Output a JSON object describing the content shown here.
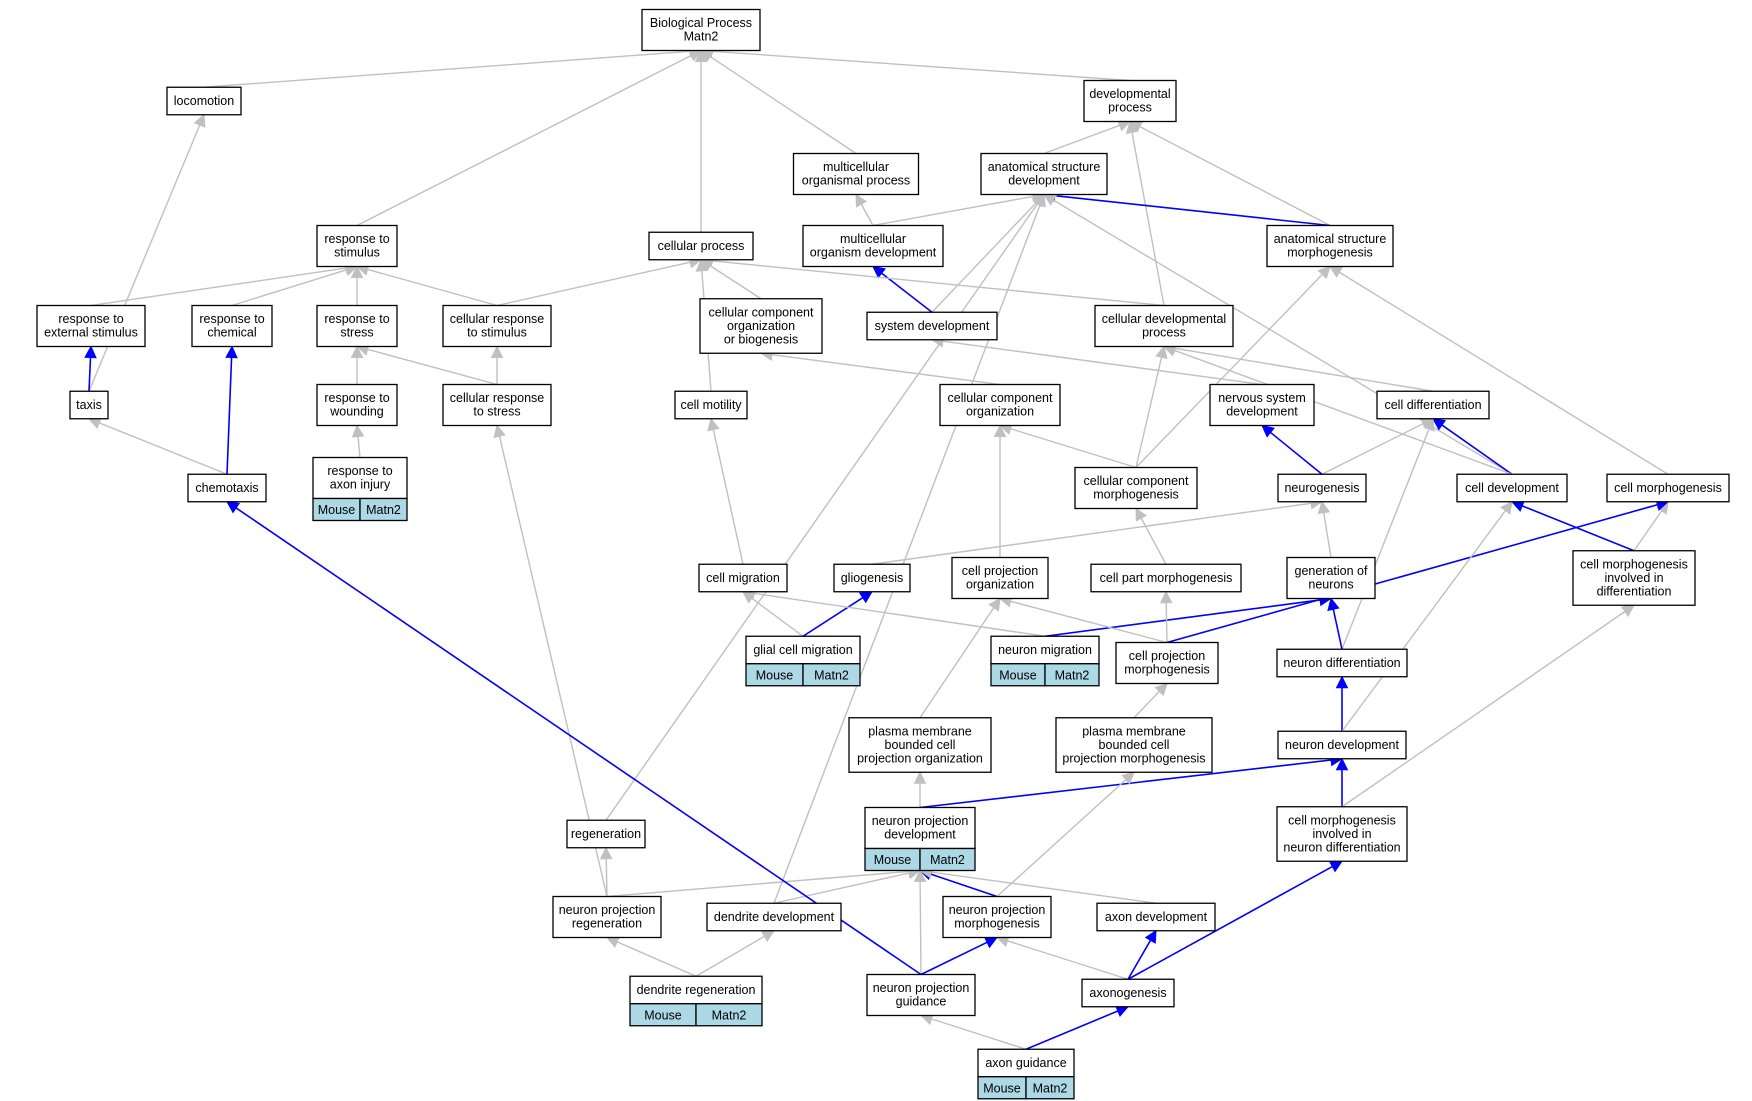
{
  "graph": {
    "colors": {
      "background": "#ffffff",
      "node_border": "#000000",
      "annotation_fill": "#add8e6",
      "edge_default": "#c0c0c0",
      "edge_highlight": "#0000ff"
    },
    "nodes": [
      {
        "id": "bp",
        "lines": [
          "Biological Process",
          "Matn2"
        ]
      },
      {
        "id": "loco",
        "lines": [
          "locomotion"
        ]
      },
      {
        "id": "dev",
        "lines": [
          "developmental",
          "process"
        ]
      },
      {
        "id": "mop",
        "lines": [
          "multicellular",
          "organismal process"
        ]
      },
      {
        "id": "asd",
        "lines": [
          "anatomical structure",
          "development"
        ]
      },
      {
        "id": "rts",
        "lines": [
          "response to",
          "stimulus"
        ]
      },
      {
        "id": "cp",
        "lines": [
          "cellular process"
        ]
      },
      {
        "id": "mod",
        "lines": [
          "multicellular",
          "organism development"
        ]
      },
      {
        "id": "asm",
        "lines": [
          "anatomical structure",
          "morphogenesis"
        ]
      },
      {
        "id": "res",
        "lines": [
          "response to",
          "external stimulus"
        ]
      },
      {
        "id": "rch",
        "lines": [
          "response to",
          "chemical"
        ]
      },
      {
        "id": "rstr",
        "lines": [
          "response to",
          "stress"
        ]
      },
      {
        "id": "crs",
        "lines": [
          "cellular response",
          "to stimulus"
        ]
      },
      {
        "id": "ccob",
        "lines": [
          "cellular component",
          "organization",
          "or biogenesis"
        ]
      },
      {
        "id": "sysd",
        "lines": [
          "system development"
        ]
      },
      {
        "id": "cdp",
        "lines": [
          "cellular developmental",
          "process"
        ]
      },
      {
        "id": "taxis",
        "lines": [
          "taxis"
        ]
      },
      {
        "id": "rw",
        "lines": [
          "response to",
          "wounding"
        ]
      },
      {
        "id": "crstr",
        "lines": [
          "cellular response",
          "to stress"
        ]
      },
      {
        "id": "cmot",
        "lines": [
          "cell motility"
        ]
      },
      {
        "id": "cco",
        "lines": [
          "cellular component",
          "organization"
        ]
      },
      {
        "id": "nsd",
        "lines": [
          "nervous system",
          "development"
        ]
      },
      {
        "id": "cdiff",
        "lines": [
          "cell differentiation"
        ]
      },
      {
        "id": "chemo",
        "lines": [
          "chemotaxis"
        ]
      },
      {
        "id": "rai",
        "lines": [
          "response to",
          "axon injury"
        ],
        "tags": [
          "Mouse",
          "Matn2"
        ]
      },
      {
        "id": "ccm",
        "lines": [
          "cellular component",
          "morphogenesis"
        ]
      },
      {
        "id": "neurog",
        "lines": [
          "neurogenesis"
        ]
      },
      {
        "id": "cdev",
        "lines": [
          "cell development"
        ]
      },
      {
        "id": "cmorph",
        "lines": [
          "cell morphogenesis"
        ]
      },
      {
        "id": "cmig",
        "lines": [
          "cell migration"
        ]
      },
      {
        "id": "glio",
        "lines": [
          "gliogenesis"
        ]
      },
      {
        "id": "cpo",
        "lines": [
          "cell projection",
          "organization"
        ]
      },
      {
        "id": "cpm",
        "lines": [
          "cell part morphogenesis"
        ]
      },
      {
        "id": "gon",
        "lines": [
          "generation of",
          "neurons"
        ]
      },
      {
        "id": "cmid",
        "lines": [
          "cell morphogenesis",
          "involved in",
          "differentiation"
        ]
      },
      {
        "id": "gcm",
        "lines": [
          "glial cell migration"
        ],
        "tags": [
          "Mouse",
          "Matn2"
        ]
      },
      {
        "id": "nmig",
        "lines": [
          "neuron migration"
        ],
        "tags": [
          "Mouse",
          "Matn2"
        ]
      },
      {
        "id": "cpmorph",
        "lines": [
          "cell projection",
          "morphogenesis"
        ]
      },
      {
        "id": "ndiff",
        "lines": [
          "neuron differentiation"
        ]
      },
      {
        "id": "pmbcpo",
        "lines": [
          "plasma membrane",
          "bounded cell",
          "projection organization"
        ]
      },
      {
        "id": "pmbcpm",
        "lines": [
          "plasma membrane",
          "bounded cell",
          "projection morphogenesis"
        ]
      },
      {
        "id": "ndev",
        "lines": [
          "neuron development"
        ]
      },
      {
        "id": "npd",
        "lines": [
          "neuron projection",
          "development"
        ],
        "tags": [
          "Mouse",
          "Matn2"
        ]
      },
      {
        "id": "cmind",
        "lines": [
          "cell morphogenesis",
          "involved in",
          "neuron differentiation"
        ]
      },
      {
        "id": "regen",
        "lines": [
          "regeneration"
        ]
      },
      {
        "id": "npr",
        "lines": [
          "neuron projection",
          "regeneration"
        ]
      },
      {
        "id": "dd",
        "lines": [
          "dendrite development"
        ]
      },
      {
        "id": "npm",
        "lines": [
          "neuron projection",
          "morphogenesis"
        ]
      },
      {
        "id": "axdev",
        "lines": [
          "axon development"
        ]
      },
      {
        "id": "dr",
        "lines": [
          "dendrite regeneration"
        ],
        "tags": [
          "Mouse",
          "Matn2"
        ]
      },
      {
        "id": "npg",
        "lines": [
          "neuron projection",
          "guidance"
        ]
      },
      {
        "id": "axgen",
        "lines": [
          "axonogenesis"
        ]
      },
      {
        "id": "axg",
        "lines": [
          "axon guidance"
        ],
        "tags": [
          "Mouse",
          "Matn2"
        ]
      }
    ],
    "edges": [
      {
        "from": "loco",
        "to": "bp",
        "color": "gray"
      },
      {
        "from": "dev",
        "to": "bp",
        "color": "gray"
      },
      {
        "from": "mop",
        "to": "bp",
        "color": "gray"
      },
      {
        "from": "rts",
        "to": "bp",
        "color": "gray"
      },
      {
        "from": "cp",
        "to": "bp",
        "color": "gray"
      },
      {
        "from": "asd",
        "to": "dev",
        "color": "gray"
      },
      {
        "from": "asm",
        "to": "dev",
        "color": "gray"
      },
      {
        "from": "cdp",
        "to": "dev",
        "color": "gray"
      },
      {
        "from": "mod",
        "to": "mop",
        "color": "gray"
      },
      {
        "from": "mod",
        "to": "asd",
        "color": "gray"
      },
      {
        "from": "asm",
        "to": "asd",
        "color": "blue"
      },
      {
        "from": "sysd",
        "to": "asd",
        "color": "gray"
      },
      {
        "from": "cdev",
        "to": "asd",
        "color": "gray"
      },
      {
        "from": "regen",
        "to": "asd",
        "color": "gray"
      },
      {
        "from": "dd",
        "to": "asd",
        "color": "gray"
      },
      {
        "from": "sysd",
        "to": "mod",
        "color": "blue"
      },
      {
        "from": "res",
        "to": "rts",
        "color": "gray"
      },
      {
        "from": "rch",
        "to": "rts",
        "color": "gray"
      },
      {
        "from": "rstr",
        "to": "rts",
        "color": "gray"
      },
      {
        "from": "crs",
        "to": "rts",
        "color": "gray"
      },
      {
        "from": "crs",
        "to": "cp",
        "color": "gray"
      },
      {
        "from": "ccob",
        "to": "cp",
        "color": "gray"
      },
      {
        "from": "cmot",
        "to": "cp",
        "color": "gray"
      },
      {
        "from": "cdp",
        "to": "cp",
        "color": "gray"
      },
      {
        "from": "taxis",
        "to": "loco",
        "color": "gray"
      },
      {
        "from": "taxis",
        "to": "res",
        "color": "blue"
      },
      {
        "from": "chemo",
        "to": "taxis",
        "color": "gray"
      },
      {
        "from": "chemo",
        "to": "rch",
        "color": "blue"
      },
      {
        "from": "rw",
        "to": "rstr",
        "color": "gray"
      },
      {
        "from": "rai",
        "to": "rw",
        "color": "gray"
      },
      {
        "from": "crstr",
        "to": "rstr",
        "color": "gray"
      },
      {
        "from": "crstr",
        "to": "crs",
        "color": "gray"
      },
      {
        "from": "npr",
        "to": "crstr",
        "color": "gray"
      },
      {
        "from": "cco",
        "to": "ccob",
        "color": "gray"
      },
      {
        "from": "nsd",
        "to": "sysd",
        "color": "gray"
      },
      {
        "from": "ccm",
        "to": "cdp",
        "color": "gray"
      },
      {
        "from": "cdiff",
        "to": "cdp",
        "color": "gray"
      },
      {
        "from": "ccm",
        "to": "asm",
        "color": "gray"
      },
      {
        "from": "cmorph",
        "to": "asm",
        "color": "gray"
      },
      {
        "from": "cmig",
        "to": "cmot",
        "color": "gray"
      },
      {
        "from": "ccm",
        "to": "cco",
        "color": "gray"
      },
      {
        "from": "cpo",
        "to": "cco",
        "color": "gray"
      },
      {
        "from": "neurog",
        "to": "nsd",
        "color": "blue"
      },
      {
        "from": "neurog",
        "to": "cdiff",
        "color": "gray"
      },
      {
        "from": "cdev",
        "to": "cdiff",
        "color": "blue"
      },
      {
        "from": "ndiff",
        "to": "cdiff",
        "color": "gray"
      },
      {
        "from": "cdev",
        "to": "cdp",
        "color": "gray"
      },
      {
        "from": "cmid",
        "to": "cmorph",
        "color": "gray"
      },
      {
        "from": "cmid",
        "to": "cdev",
        "color": "blue"
      },
      {
        "from": "cpm",
        "to": "ccm",
        "color": "gray"
      },
      {
        "from": "glio",
        "to": "neurog",
        "color": "gray"
      },
      {
        "from": "gon",
        "to": "neurog",
        "color": "gray"
      },
      {
        "from": "gcm",
        "to": "cmig",
        "color": "gray"
      },
      {
        "from": "gcm",
        "to": "glio",
        "color": "blue"
      },
      {
        "from": "nmig",
        "to": "cmig",
        "color": "gray"
      },
      {
        "from": "nmig",
        "to": "gon",
        "color": "blue"
      },
      {
        "from": "ndiff",
        "to": "gon",
        "color": "blue"
      },
      {
        "from": "cpmorph",
        "to": "cpo",
        "color": "gray"
      },
      {
        "from": "cpmorph",
        "to": "cpm",
        "color": "gray"
      },
      {
        "from": "cpmorph",
        "to": "cmorph",
        "color": "blue"
      },
      {
        "from": "pmbcpo",
        "to": "cpo",
        "color": "gray"
      },
      {
        "from": "pmbcpm",
        "to": "cpmorph",
        "color": "gray"
      },
      {
        "from": "ndev",
        "to": "ndiff",
        "color": "blue"
      },
      {
        "from": "ndev",
        "to": "cdev",
        "color": "gray"
      },
      {
        "from": "cmind",
        "to": "ndev",
        "color": "blue"
      },
      {
        "from": "cmind",
        "to": "cmid",
        "color": "gray"
      },
      {
        "from": "npd",
        "to": "pmbcpo",
        "color": "gray"
      },
      {
        "from": "npd",
        "to": "ndev",
        "color": "blue"
      },
      {
        "from": "npr",
        "to": "regen",
        "color": "gray"
      },
      {
        "from": "npr",
        "to": "npd",
        "color": "gray"
      },
      {
        "from": "dd",
        "to": "npd",
        "color": "gray"
      },
      {
        "from": "npm",
        "to": "npd",
        "color": "blue"
      },
      {
        "from": "axdev",
        "to": "npd",
        "color": "gray"
      },
      {
        "from": "npm",
        "to": "pmbcpm",
        "color": "gray"
      },
      {
        "from": "dr",
        "to": "npr",
        "color": "gray"
      },
      {
        "from": "dr",
        "to": "dd",
        "color": "gray"
      },
      {
        "from": "npg",
        "to": "npd",
        "color": "gray"
      },
      {
        "from": "npg",
        "to": "npm",
        "color": "blue"
      },
      {
        "from": "npg",
        "to": "chemo",
        "color": "blue"
      },
      {
        "from": "axgen",
        "to": "npm",
        "color": "gray"
      },
      {
        "from": "axgen",
        "to": "axdev",
        "color": "blue"
      },
      {
        "from": "axgen",
        "to": "cmind",
        "color": "blue"
      },
      {
        "from": "axg",
        "to": "npg",
        "color": "gray"
      },
      {
        "from": "axg",
        "to": "axgen",
        "color": "blue"
      }
    ]
  }
}
